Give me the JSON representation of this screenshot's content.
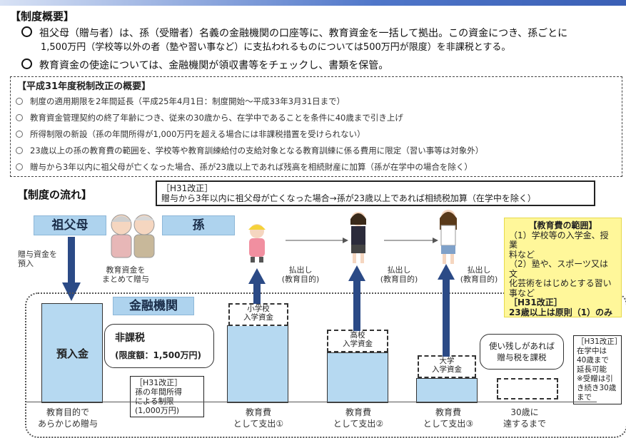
{
  "overview": {
    "heading": "【制度概要】",
    "bullet1_line1": "祖父母（贈与者）は、孫（受贈者）名義の金融機関の口座等に、教育資金を一括して拠出。この資金につき、孫ごとに",
    "bullet1_line2": "1,500万円（学校等以外の者（塾や習い事など）に支払われるものについては500万円が限度）を非課税とする。",
    "bullet2": "教育資金の使途については、金融機関が領収書等をチェックし、書類を保管。"
  },
  "reform": {
    "title": "【平成31年度税制改正の概要】",
    "items": [
      "制度の適用期限を2年間延長（平成25年4月1日：制度開始～平成33年3月31日まで）",
      "教育資金管理契約の終了年齢につき、従来の30歳から、在学中であることを条件に40歳まで引き上げ",
      "所得制限の新設（孫の年間所得が1,000万円を超える場合には非課税措置を受けられない）",
      "23歳以上の孫の教育費の範囲を、学校等や教育訓練給付の支給対象となる教育訓練に係る費用に限定（習い事等は対象外）",
      "贈与から3年以内に祖父母が亡くなった場合、孫が23歳以上であれば残高を相続財産に加算（孫が在学中の場合を除く）"
    ]
  },
  "flow": {
    "heading": "【制度の流れ】",
    "top_callout_tag": "［H31改正］",
    "top_callout_text": "贈与から3年以内に祖父母が亡くなった場合→孫が23歳以上であれば相続税加算（在学中を除く）",
    "grandparents_label": "祖父母",
    "grandchild_label": "孫",
    "deposit_note_1": "贈与資金を",
    "deposit_note_2": "預入",
    "bulk_gift_1": "教育資金を",
    "bulk_gift_2": "まとめて贈与",
    "withdraw_1": "払出し",
    "withdraw_2": "(教育目的)",
    "bank_label": "金融機関",
    "deposit_label": "預入金",
    "tax_free_title": "非課税",
    "tax_free_limit": "(限度額：1,500万円)",
    "income_tag": "［H31改正］",
    "income_text_1": "孫の年間所得",
    "income_text_2": "による制限",
    "income_text_3": "(1,000万円)",
    "elem_1": "小学校",
    "elem_2": "入学資金",
    "high_1": "高校",
    "high_2": "入学資金",
    "univ_1": "大学",
    "univ_2": "入学資金",
    "leftover_1": "使い残しがあれば",
    "leftover_2": "贈与税を課税",
    "bottom_1a": "教育目的で",
    "bottom_1b": "あらかじめ贈与",
    "bottom_2a": "教育費",
    "bottom_2b": "として支出①",
    "bottom_3a": "教育費",
    "bottom_3b": "として支出②",
    "bottom_4a": "教育費",
    "bottom_4b": "として支出③",
    "bottom_5a": "30歳に",
    "bottom_5b": "達するまで",
    "age_tag": "［H31改正］",
    "age_lines": [
      "在学中は",
      "40歳まで",
      "延長可能",
      "※受贈は引",
      "き続き30歳",
      "まで"
    ]
  },
  "scope": {
    "title": "【教育費の範囲】",
    "l1": "（1）学校等の入学金、授業",
    "l2": "料など",
    "l3": "（2）塾や、スポーツ又は文",
    "l4": "化芸術をはじめとする習い",
    "l5": "事など",
    "l6": "［H31改正］",
    "l7": "23歳以上は原則（1）のみ"
  },
  "colors": {
    "accent_blue": "#aed3ee",
    "arrow_navy": "#2b4a86",
    "note_yellow": "#fff79a"
  }
}
